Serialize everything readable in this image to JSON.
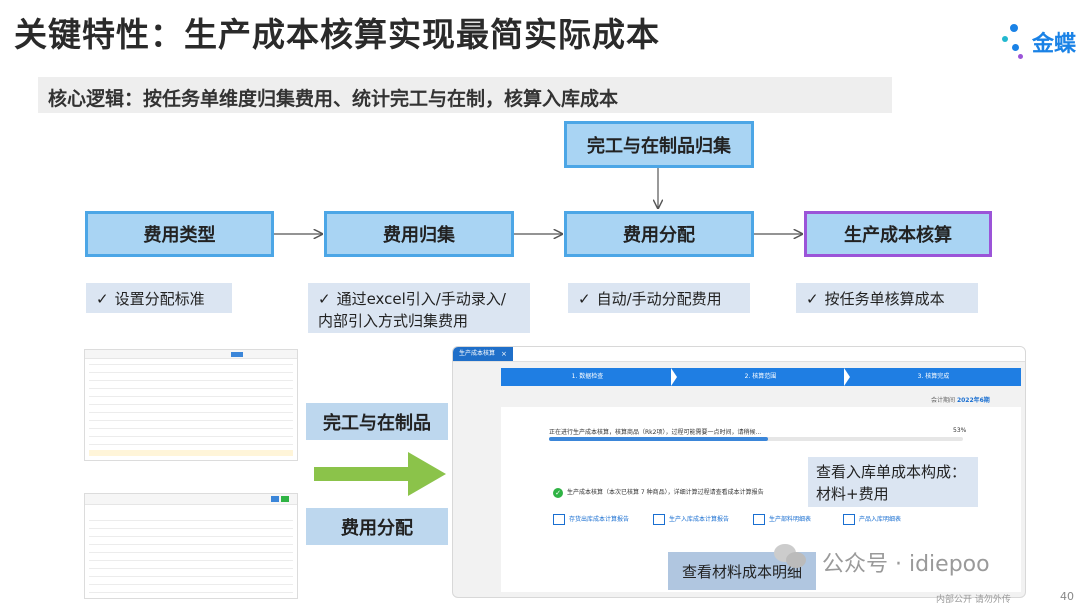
{
  "title": "关键特性：生产成本核算实现最简实际成本",
  "logo": {
    "text": "金蝶"
  },
  "subtitle": "核心逻辑：按任务单维度归集费用、统计完工与在制，核算入库成本",
  "top_node": "完工与在制品归集",
  "flow": [
    {
      "label": "费用类型",
      "note_lines": [
        "设置分配标准"
      ]
    },
    {
      "label": "费用归集",
      "note_lines": [
        "通过excel引入/手动录入/",
        "内部引入方式归集费用"
      ]
    },
    {
      "label": "费用分配",
      "note_lines": [
        "自动/手动分配费用"
      ]
    },
    {
      "label": "生产成本核算",
      "note_lines": [
        "按任务单核算成本"
      ]
    }
  ],
  "check_mark": "✓",
  "left_labels": {
    "wip": "完工与在制品",
    "alloc": "费用分配"
  },
  "app": {
    "tab": "生产成本核算",
    "steps": [
      "1. 数据检查",
      "2. 核算范围",
      "3. 核算完成"
    ],
    "period_label": "会计期间",
    "period_value": "2022年6期",
    "progress_message": "正在进行生产成本核算，核算商品（Rk2项），过程可能需要一点时间，请稍候...",
    "progress_percent": "53%",
    "progress_value": 0.53,
    "done_text": "生产成本核算（本次已核算 7 种商品），详细计算过程请查看成本计算报告",
    "links": [
      "存货出库成本计算报告",
      "生产入库成本计算报告",
      "生产部料明细表",
      "产品入库明细表"
    ]
  },
  "callouts": {
    "composition": [
      "查看入库单成本构成：",
      "材料+费用"
    ],
    "material": "查看材料成本明细"
  },
  "watermark": "公众号 · idiepoo",
  "footer": "内部公开 请勿外传",
  "page_number": "40"
}
